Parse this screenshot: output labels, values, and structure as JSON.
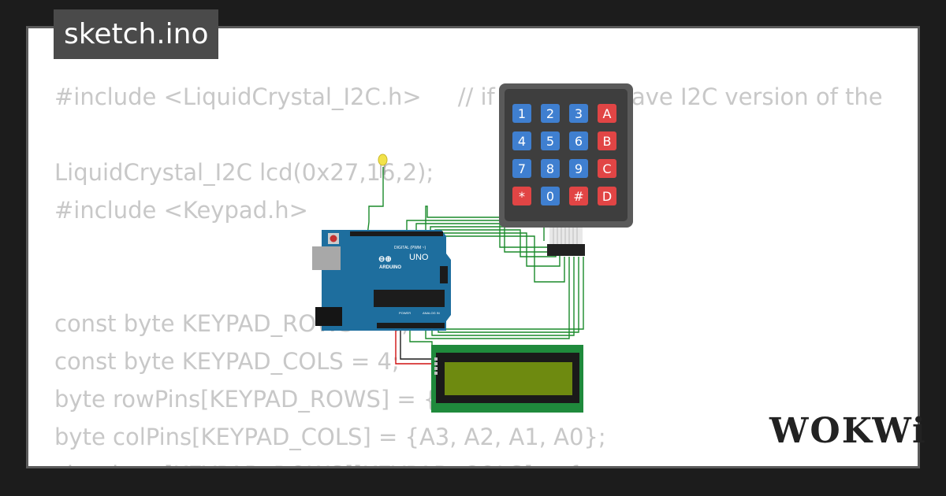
{
  "tab": {
    "title": "sketch.ino"
  },
  "code_lines": [
    "#include <LiquidCrystal_I2C.h>     // if you don't have I2C version of the",
    "",
    "LiquidCrystal_I2C lcd(0x27,16,2);",
    "#include <Keypad.h>",
    "",
    "",
    "const byte KEYPAD_ROWS = 4;",
    "const byte KEYPAD_COLS = 4;",
    "byte rowPins[KEYPAD_ROWS] = {5, 4, 3, 2};",
    "byte colPins[KEYPAD_COLS] = {A3, A2, A1, A0};",
    "char keys[KEYPAD_ROWS][KEYPAD_COLS] = {"
  ],
  "keypad": {
    "keys": [
      "1",
      "2",
      "3",
      "A",
      "4",
      "5",
      "6",
      "B",
      "7",
      "8",
      "9",
      "C",
      "*",
      "0",
      "#",
      "D"
    ],
    "colors": {
      "digit": "#3f7fd0",
      "letter": "#e14545",
      "body": "#3e3e3e",
      "frame": "#5a5a5a"
    }
  },
  "arduino": {
    "brand": "ARDUINO",
    "model": "UNO",
    "digital_label": "DIGITAL (PWM ~)",
    "power_label": "POWER",
    "analog_label": "ANALOG IN",
    "color": "#1e6e9e"
  },
  "lcd": {
    "pcb_color": "#1f8a3c",
    "screen_color": "#6e8a10"
  },
  "brand": {
    "logo": "WOKWi"
  }
}
